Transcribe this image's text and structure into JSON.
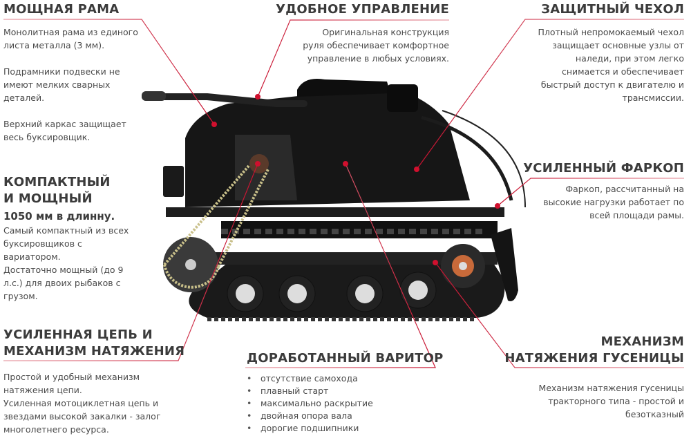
{
  "accent_color": "#c8102e",
  "blocks": {
    "frame": {
      "title": "МОЩНАЯ РАМА",
      "lines": [
        "Монолитная рама из единого",
        "листа металла (3 мм).",
        "",
        "Подрамники подвески не",
        "имеют мелких сварных",
        "деталей.",
        "",
        "Верхний каркас защищает",
        "весь буксировщик."
      ]
    },
    "control": {
      "title": "УДОБНОЕ УПРАВЛЕНИЕ",
      "lines": [
        "Оригинальная конструкция",
        "руля обеспечивает комфортное",
        "управление в любых условиях."
      ]
    },
    "cover": {
      "title": "ЗАЩИТНЫЙ ЧЕХОЛ",
      "lines": [
        "Плотный непромокаемый чехол",
        "защищает основные узлы от",
        "наледи, при этом легко",
        "снимается и обеспечивает",
        "быстрый доступ к двигателю и",
        "трансмиссии."
      ]
    },
    "compact": {
      "title1": "КОМПАКТНЫЙ",
      "title2": "И МОЩНЫЙ",
      "subtitle": "1050 мм в длинну.",
      "lines": [
        "Самый компактный из всех",
        "буксировщиков с",
        "вариатором.",
        "Достаточно мощный (до 9",
        "л.с.) для двоих рыбаков с",
        "грузом."
      ]
    },
    "hitch": {
      "title": "УСИЛЕННЫЙ ФАРКОП",
      "lines": [
        "Фаркоп, рассчитанный на",
        "высокие нагрузки работает по",
        "всей площади рамы."
      ]
    },
    "chain": {
      "title1": "УСИЛЕННАЯ ЦЕПЬ И",
      "title2": "МЕХАНИЗМ НАТЯЖЕНИЯ",
      "lines": [
        "Простой и удобный механизм",
        "натяжения цепи.",
        "Усиленная мотоциклетная цепь  и",
        "звездами высокой закалки - залог",
        "многолетнего ресурса."
      ]
    },
    "variator": {
      "title": "ДОРАБОТАННЫЙ ВАРИТОР",
      "items": [
        "отсутствие самохода",
        "плавный старт",
        "максимально раскрытие",
        "двойная опора вала",
        "дорогие подшипники"
      ]
    },
    "tension": {
      "title1": "МЕХАНИЗМ",
      "title2": "НАТЯЖЕНИЯ ГУСЕНИЦЫ",
      "lines": [
        "Механизм натяжения гусеницы",
        "тракторного типа - простой и",
        "безотказный"
      ]
    }
  }
}
